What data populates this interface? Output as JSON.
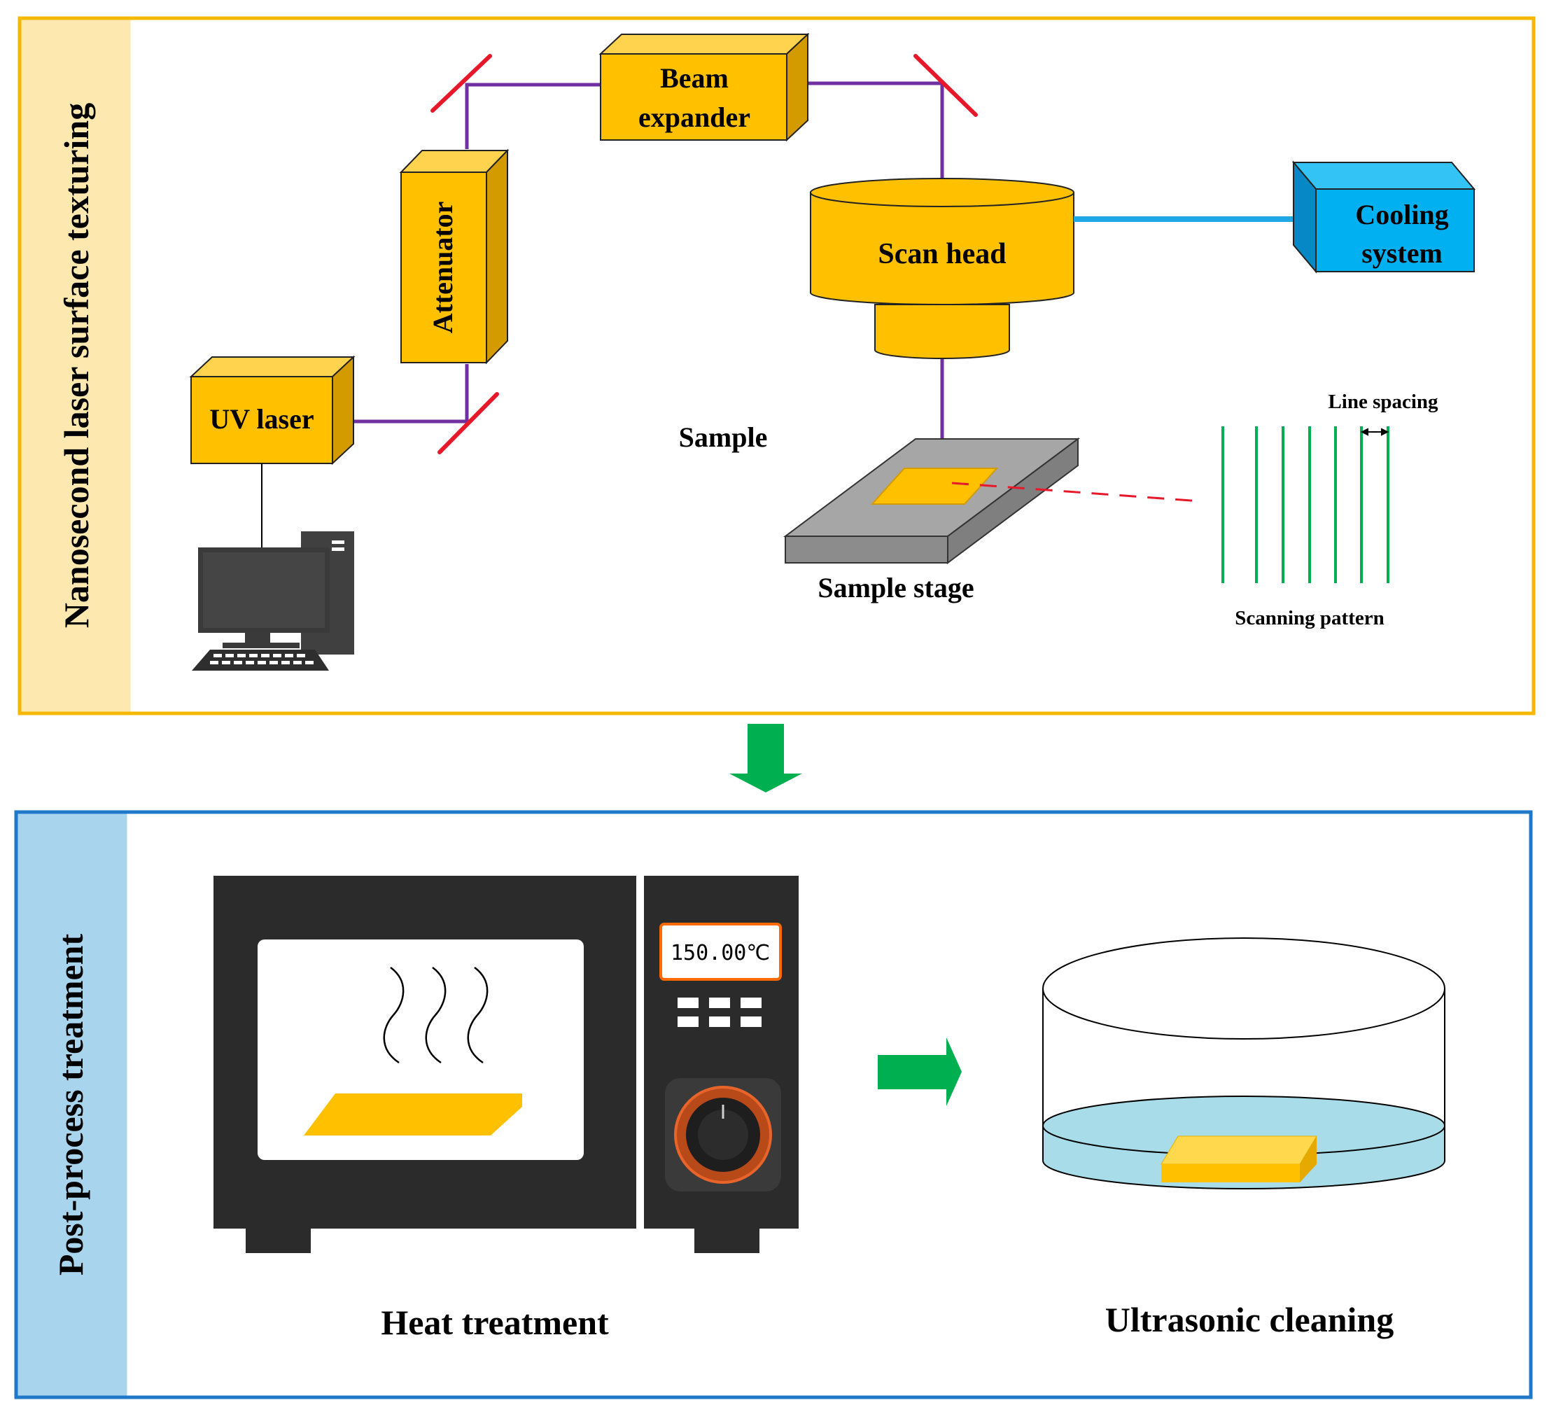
{
  "colors": {
    "panel1_border": "#F5B800",
    "panel1_sidebar": "#FDE9AF",
    "panel2_border": "#1F78C8",
    "panel2_sidebar": "#A9D4EE",
    "component": "#FFC000",
    "component_dark": "#D49B00",
    "beam": "#7030A0",
    "mirror": "#E8182B",
    "cooling": "#00B0F0",
    "cooling_line": "#1FA8E6",
    "stage": "#A6A6A6",
    "scan_line": "#00B050",
    "arrow": "#00B050",
    "water": "#A8DCE8",
    "device_dark": "#2B2B2B",
    "display_border": "#FF6A00"
  },
  "panel1": {
    "title": "Nanosecond laser surface texturing",
    "components": {
      "uv_laser": "UV laser",
      "attenuator": "Attenuator",
      "beam_expander_line1": "Beam",
      "beam_expander_line2": "expander",
      "scan_head": "Scan head",
      "cooling_line1": "Cooling",
      "cooling_line2": "system"
    },
    "sample_label": "Sample",
    "sample_stage_label": "Sample stage",
    "line_spacing_label": "Line spacing",
    "scanning_pattern_label": "Scanning pattern"
  },
  "panel2": {
    "title": "Post-process treatment",
    "oven_display": "150.00℃",
    "heat_label": "Heat treatment",
    "ultrasonic_label": "Ultrasonic cleaning"
  },
  "icons": {
    "computer": "desktop-computer-icon",
    "oven": "drying-oven-icon",
    "heat": "heat-waves-icon",
    "bath": "ultrasonic-bath-icon",
    "down_arrow": "down-arrow-icon",
    "right_arrow": "right-arrow-icon"
  }
}
